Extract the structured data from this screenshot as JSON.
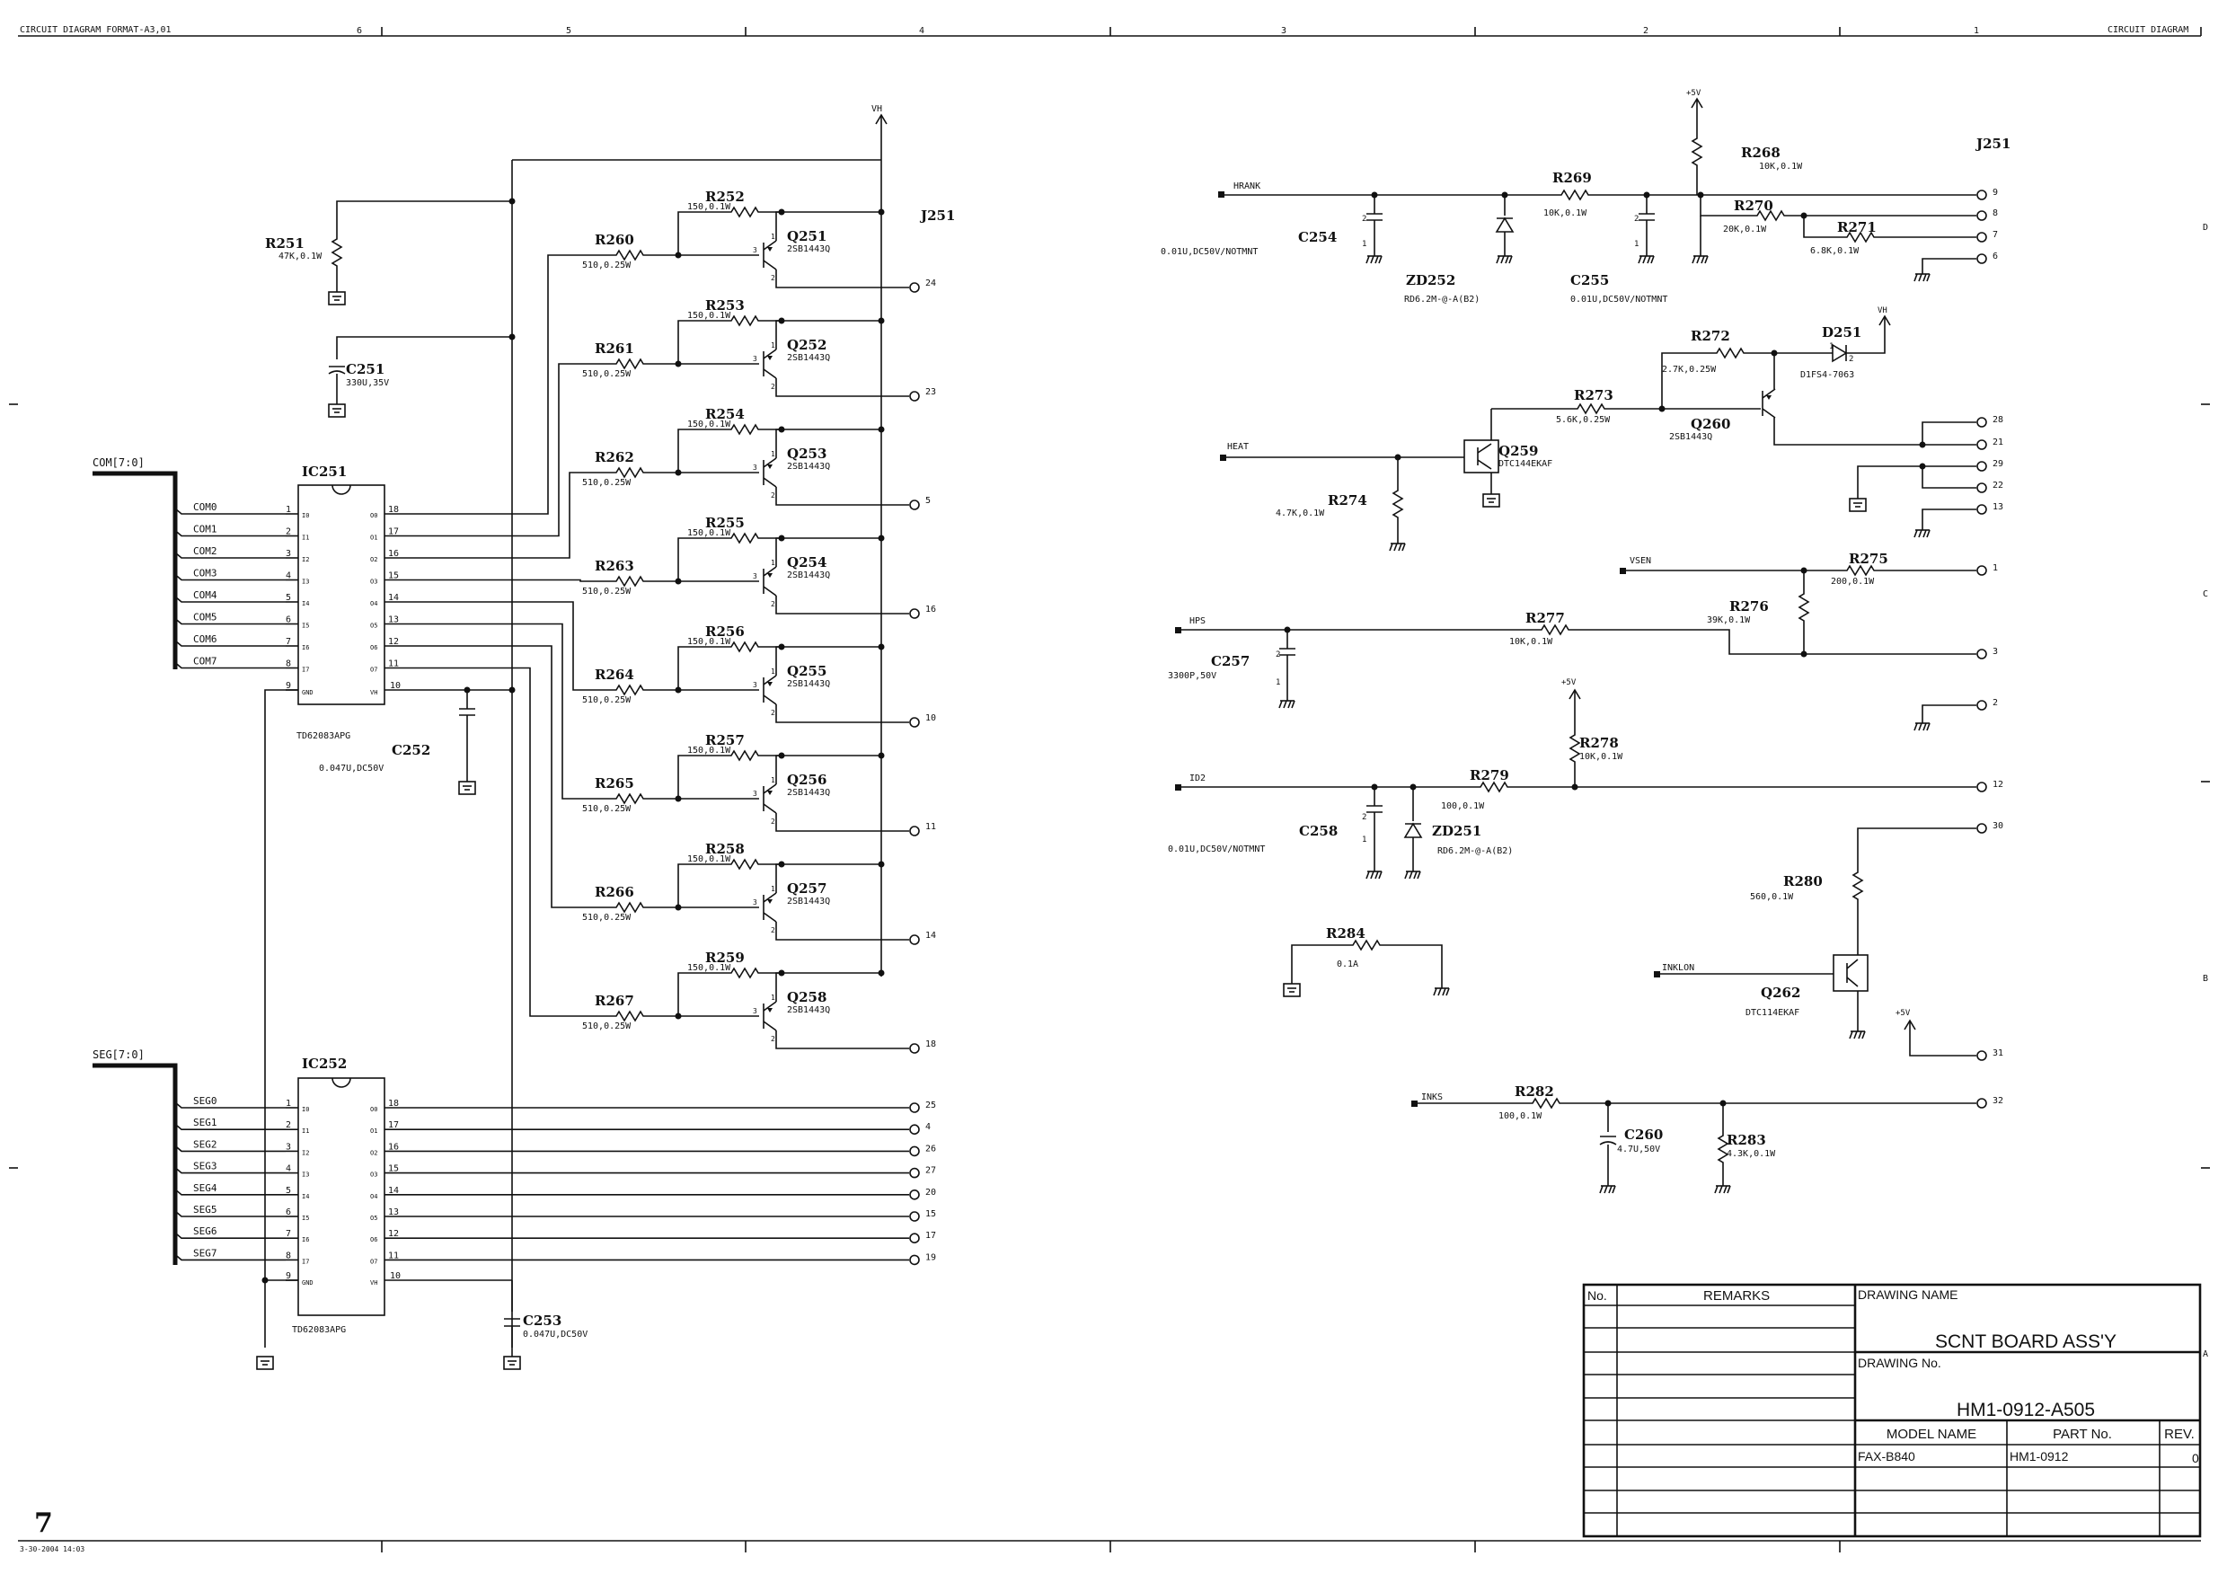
{
  "frame": {
    "header_left": "CIRCUIT DIAGRAM FORMAT-A3,01",
    "header_right": "CIRCUIT DIAGRAM",
    "top_cols": [
      "6",
      "5",
      "4",
      "3",
      "2",
      "1"
    ],
    "right_rows": [
      "D",
      "C",
      "B",
      "A"
    ],
    "page_number": "7",
    "print_date": "3-30-2004 14:03"
  },
  "title_block": {
    "no_header": "No.",
    "remarks_header": "REMARKS",
    "drawing_name_label": "DRAWING NAME",
    "drawing_name": "SCNT BOARD ASS'Y",
    "drawing_no_label": "DRAWING No.",
    "drawing_no": "HM1-0912-A505",
    "model_name_label": "MODEL NAME",
    "part_no_label": "PART No.",
    "rev_label": "REV.",
    "model_name": "FAX-B840",
    "part_no": "HM1-0912",
    "rev": "0"
  },
  "left": {
    "com_bus": "COM[7:0]",
    "seg_bus": "SEG[7:0]",
    "vh": "VH",
    "ic251": {
      "ref": "IC251",
      "part": "TD62083APG"
    },
    "ic252": {
      "ref": "IC252",
      "part": "TD62083APG"
    },
    "r251": {
      "ref": "R251",
      "val": "47K,0.1W"
    },
    "c251": {
      "ref": "C251",
      "val": "330U,35V"
    },
    "c252": {
      "ref": "C252",
      "val": "0.047U,DC50V"
    },
    "c253": {
      "ref": "C253",
      "val": "0.047U,DC50V"
    },
    "j251": "J251",
    "com_nets": [
      "COM0",
      "COM1",
      "COM2",
      "COM3",
      "COM4",
      "COM5",
      "COM6",
      "COM7"
    ],
    "seg_nets": [
      "SEG0",
      "SEG1",
      "SEG2",
      "SEG3",
      "SEG4",
      "SEG5",
      "SEG6",
      "SEG7"
    ],
    "ic_in_pins": [
      "1",
      "2",
      "3",
      "4",
      "5",
      "6",
      "7",
      "8"
    ],
    "ic_out_pins": [
      "18",
      "17",
      "16",
      "15",
      "14",
      "13",
      "12",
      "11"
    ],
    "ic_in_names": [
      "I0",
      "I1",
      "I2",
      "I3",
      "I4",
      "I5",
      "I6",
      "I7"
    ],
    "ic_out_names": [
      "O0",
      "O1",
      "O2",
      "O3",
      "O4",
      "O5",
      "O6",
      "O7"
    ],
    "gnd_pin": "9",
    "gnd_name": "GND",
    "vh_pin": "10",
    "vh_name": "VH",
    "base_res": [
      {
        "ref": "R260",
        "val": "510,0.25W"
      },
      {
        "ref": "R261",
        "val": "510,0.25W"
      },
      {
        "ref": "R262",
        "val": "510,0.25W"
      },
      {
        "ref": "R263",
        "val": "510,0.25W"
      },
      {
        "ref": "R264",
        "val": "510,0.25W"
      },
      {
        "ref": "R265",
        "val": "510,0.25W"
      },
      {
        "ref": "R266",
        "val": "510,0.25W"
      },
      {
        "ref": "R267",
        "val": "510,0.25W"
      }
    ],
    "bias_res": [
      {
        "ref": "R252",
        "val": "150,0.1W"
      },
      {
        "ref": "R253",
        "val": "150,0.1W"
      },
      {
        "ref": "R254",
        "val": "150,0.1W"
      },
      {
        "ref": "R255",
        "val": "150,0.1W"
      },
      {
        "ref": "R256",
        "val": "150,0.1W"
      },
      {
        "ref": "R257",
        "val": "150,0.1W"
      },
      {
        "ref": "R258",
        "val": "150,0.1W"
      },
      {
        "ref": "R259",
        "val": "150,0.1W"
      }
    ],
    "transistors": [
      {
        "ref": "Q251",
        "val": "2SB1443Q"
      },
      {
        "ref": "Q252",
        "val": "2SB1443Q"
      },
      {
        "ref": "Q253",
        "val": "2SB1443Q"
      },
      {
        "ref": "Q254",
        "val": "2SB1443Q"
      },
      {
        "ref": "Q255",
        "val": "2SB1443Q"
      },
      {
        "ref": "Q256",
        "val": "2SB1443Q"
      },
      {
        "ref": "Q257",
        "val": "2SB1443Q"
      },
      {
        "ref": "Q258",
        "val": "2SB1443Q"
      }
    ],
    "q_pins": [
      "1",
      "3",
      "2"
    ],
    "com_conn_pins": [
      "24",
      "23",
      "5",
      "16",
      "10",
      "11",
      "14",
      "18"
    ],
    "seg_conn_pins": [
      "25",
      "4",
      "26",
      "27",
      "20",
      "15",
      "17",
      "19"
    ]
  },
  "right": {
    "j251": "J251",
    "p5v": "+5V",
    "vh": "VH",
    "hrank": "HRANK",
    "heat": "HEAT",
    "vsen": "VSEN",
    "hps": "HPS",
    "id2": "ID2",
    "inklon": "INKLON",
    "inks": "INKS",
    "c254": {
      "ref": "C254",
      "val": "0.01U,DC50V/NOTMNT"
    },
    "zd252": {
      "ref": "ZD252",
      "val": "RD6.2M-@-A(B2)"
    },
    "c255": {
      "ref": "C255",
      "val": "0.01U,DC50V/NOTMNT"
    },
    "r268": {
      "ref": "R268",
      "val": "10K,0.1W"
    },
    "r269": {
      "ref": "R269",
      "val": "10K,0.1W"
    },
    "r270": {
      "ref": "R270",
      "val": "20K,0.1W"
    },
    "r271": {
      "ref": "R271",
      "val": "6.8K,0.1W"
    },
    "r272": {
      "ref": "R272",
      "val": "2.7K,0.25W"
    },
    "d251": {
      "ref": "D251",
      "val": "D1FS4-7063"
    },
    "r273": {
      "ref": "R273",
      "val": "5.6K,0.25W"
    },
    "q260": {
      "ref": "Q260",
      "val": "2SB1443Q"
    },
    "q259": {
      "ref": "Q259",
      "val": "DTC144EKAF"
    },
    "r274": {
      "ref": "R274",
      "val": "4.7K,0.1W"
    },
    "r275": {
      "ref": "R275",
      "val": "200,0.1W"
    },
    "r276": {
      "ref": "R276",
      "val": "39K,0.1W"
    },
    "r277": {
      "ref": "R277",
      "val": "10K,0.1W"
    },
    "c257": {
      "ref": "C257",
      "val": "3300P,50V"
    },
    "r278": {
      "ref": "R278",
      "val": "10K,0.1W"
    },
    "r279": {
      "ref": "R279",
      "val": "100,0.1W"
    },
    "c258": {
      "ref": "C258",
      "val": "0.01U,DC50V/NOTMNT"
    },
    "zd251": {
      "ref": "ZD251",
      "val": "RD6.2M-@-A(B2)"
    },
    "r280": {
      "ref": "R280",
      "val": "560,0.1W"
    },
    "r284": {
      "ref": "R284",
      "val": "0.1A"
    },
    "q262": {
      "ref": "Q262",
      "val": "DTC114EKAF"
    },
    "r282": {
      "ref": "R282",
      "val": "100,0.1W"
    },
    "c260": {
      "ref": "C260",
      "val": "4.7U,50V"
    },
    "r283": {
      "ref": "R283",
      "val": "4.3K,0.1W"
    },
    "pins": {
      "p9": "9",
      "p8": "8",
      "p7": "7",
      "p6": "6",
      "p28": "28",
      "p21": "21",
      "p29": "29",
      "p22": "22",
      "p13": "13",
      "p1": "1",
      "p3": "3",
      "p2": "2",
      "p12": "12",
      "p30": "30",
      "p31": "31",
      "p32": "32"
    },
    "cap_pins": [
      "2",
      "1"
    ],
    "diode_pins": [
      "1",
      "2"
    ]
  }
}
